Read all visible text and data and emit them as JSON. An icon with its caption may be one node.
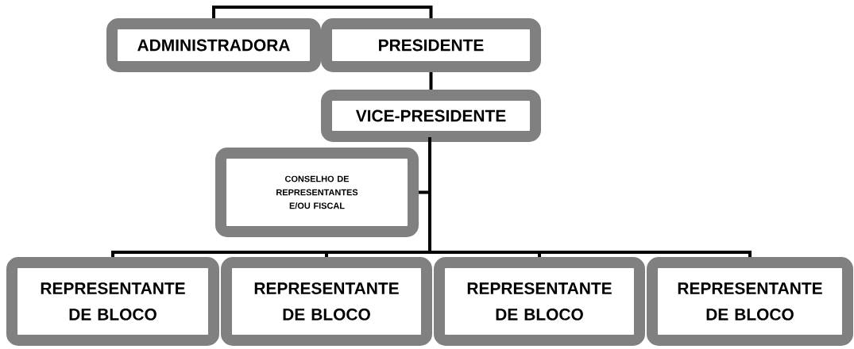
{
  "diagram": {
    "nodes": [
      {
        "text": [
          "ADMINISTRADORA"
        ]
      },
      {
        "text": [
          "PRESIDENTE"
        ]
      },
      {
        "text": [
          "VICE-PRESIDENTE"
        ]
      },
      {
        "text": [
          "CONSELHO DE REPRESENTANTES E/OU FISCAL"
        ]
      },
      {
        "text": [
          "REPRESENTANTE DE BLOCO"
        ]
      },
      {
        "text": [
          "REPRESENTANTE DE BLOCO"
        ]
      },
      {
        "text": [
          "REPRESENTANTE DE BLOCO"
        ]
      },
      {
        "text": [
          "REPRESENTANTE DE BLOCO"
        ]
      }
    ],
    "edges": [
      {
        "from": 0,
        "to": 1,
        "arrow": "none"
      },
      {
        "from": 1,
        "to": 2,
        "arrow": "none"
      },
      {
        "from": 2,
        "to": 3,
        "arrow": "none"
      },
      {
        "from": 2,
        "to": 4,
        "arrow": "none"
      },
      {
        "from": 2,
        "to": 5,
        "arrow": "none"
      },
      {
        "from": 2,
        "to": 6,
        "arrow": "none"
      },
      {
        "from": 2,
        "to": 7,
        "arrow": "none"
      }
    ]
  }
}
